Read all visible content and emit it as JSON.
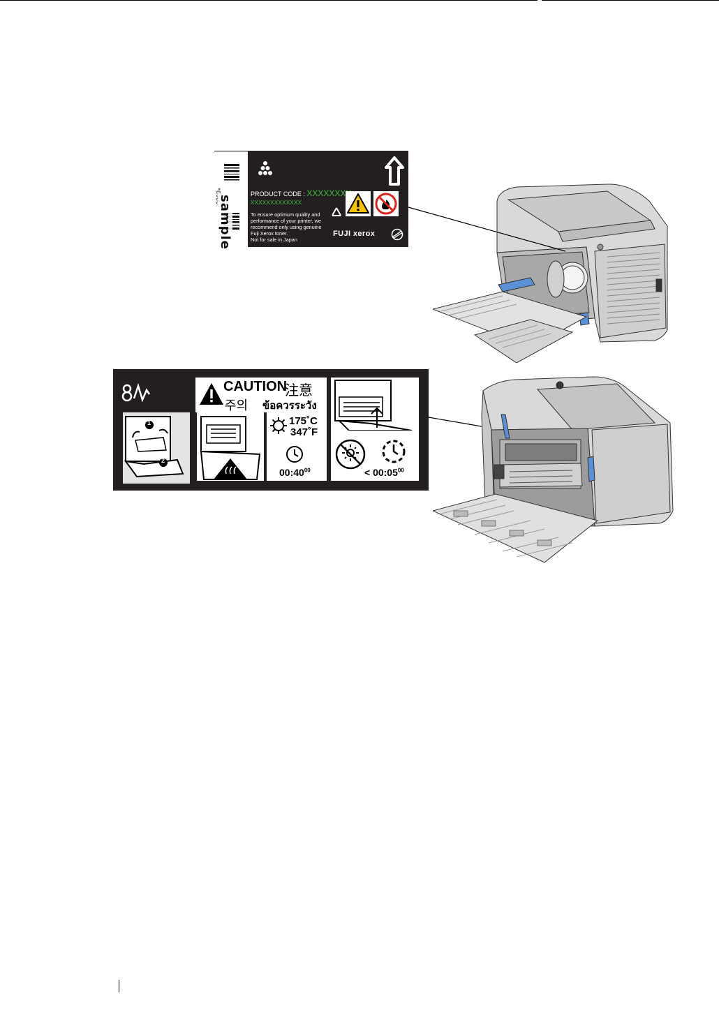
{
  "toner_label": {
    "sample_text": "sample",
    "sample_code": "*0000*",
    "product_code_label": "PRODUCT CODE :",
    "product_code_value": "XXXXXXXX",
    "sub_code": "XXXXXXXXXXXXX",
    "notice_lines": [
      "To ensure optimum quality and",
      "performance  of your printer, we",
      "recommend only using genuine",
      "Fuji Xerox toner.",
      "Not for sale in Japan"
    ],
    "brand": "FUJI xerox",
    "icons": [
      "toner-dots-icon",
      "up-arrow-icon",
      "recycle-icon",
      "warning-triangle-icon",
      "no-fire-icon",
      "fuji-xerox-logo-icon"
    ]
  },
  "caution_label": {
    "caution_en": "CAUTION",
    "caution_zh": "注意",
    "caution_ko": "주의",
    "caution_th": "ข้อควรระวัง",
    "temp_c": "175˚C",
    "temp_f": "347˚F",
    "wait_time": "00:40",
    "wait_time_sup": "00",
    "lamp_time": "< 00:05",
    "lamp_time_sup": "00",
    "step_1": "1",
    "step_2": "2",
    "icons": [
      "paper-jam-icon",
      "warning-triangle-icon",
      "hot-surface-icon",
      "heat-icon",
      "clock-icon",
      "no-light-icon",
      "timer-icon"
    ]
  }
}
